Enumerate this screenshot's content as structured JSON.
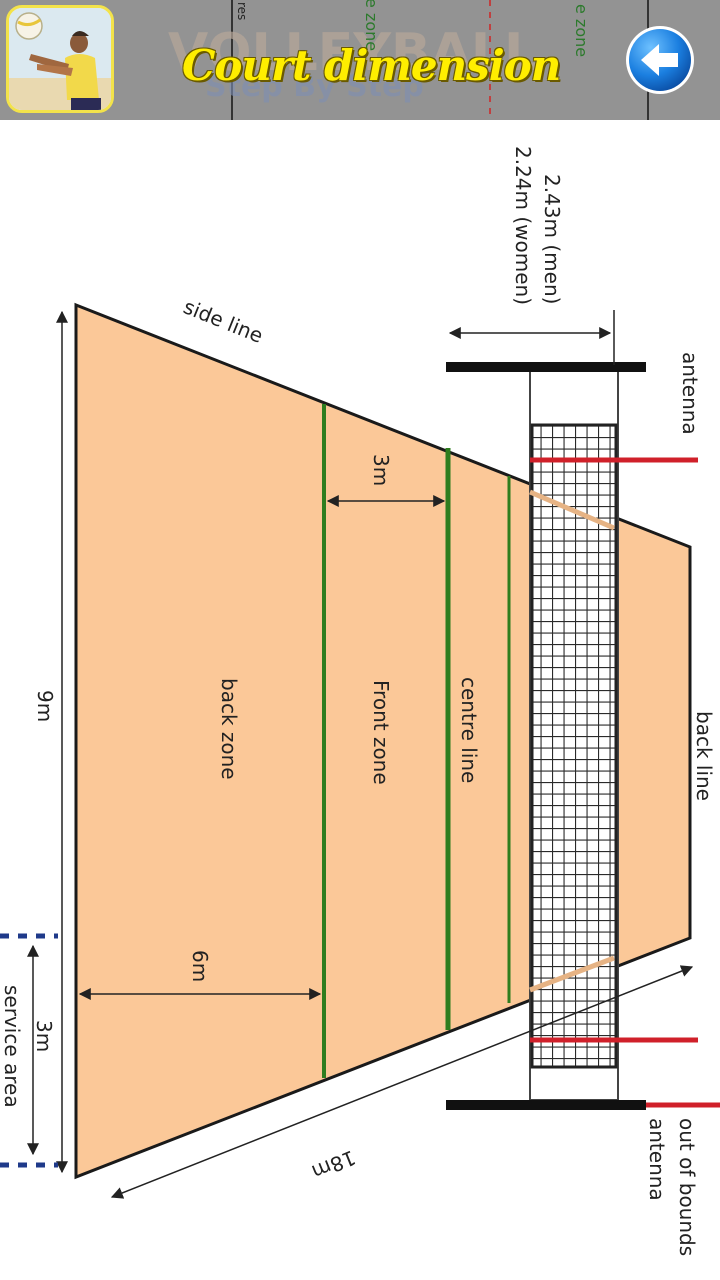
{
  "header": {
    "title": "Court dimension",
    "watermark_title": "VOLLEYBALL",
    "watermark_subtitle": "Step By Step",
    "watermark_fragments": [
      "e zone",
      "e zone",
      "res"
    ],
    "app_icon": "volleyball-player-icon",
    "back_icon": "back-arrow-icon"
  },
  "diagram": {
    "labels": {
      "net_height_men": "2.43m (men)",
      "net_height_women": "2.24m (women)",
      "antenna_top": "antenna",
      "side_line": "side line",
      "three_m": "3m",
      "back_line": "back line",
      "centre_line": "centre line",
      "front_zone": "Front zone",
      "back_zone": "back zone",
      "nine_m": "9m",
      "six_m": "6m",
      "service_three_m": "3m",
      "service_area": "service area",
      "eighteen_m": "18m",
      "out_of_bounds": "out of bounds",
      "antenna_bottom": "antenna"
    },
    "colors": {
      "court": "#fbc898",
      "zone_line": "#2e7d1e",
      "antenna": "#d0202a",
      "outline": "#1a1a1a",
      "service_dash": "#1f3a8a"
    }
  }
}
